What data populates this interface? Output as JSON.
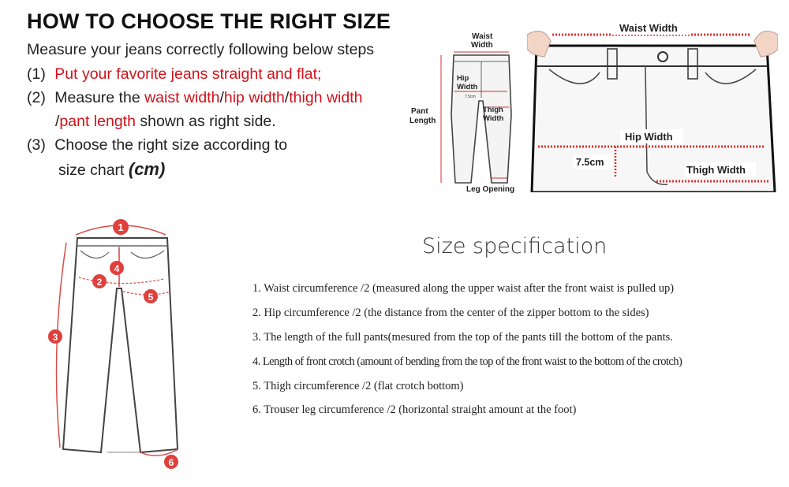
{
  "header": {
    "title": "HOW TO CHOOSE THE RIGHT SIZE",
    "intro": "Measure your jeans correctly following below steps"
  },
  "steps": {
    "s1_num": "(1)",
    "s1_text": "Put your favorite jeans straight and flat;",
    "s2_num": "(2)",
    "s2_pre": "Measure the ",
    "s2_waist": "waist width",
    "s2_sep1": "/",
    "s2_hip": "hip width",
    "s2_sep2": "/",
    "s2_thigh": "thigh width",
    "s2_slash": "/",
    "s2_pant": "pant length",
    "s2_post": " shown as right side.",
    "s3_num": "(3)",
    "s3_line1": "Choose the right size according to",
    "s3_line2": "size chart ",
    "s3_unit": "(cm)"
  },
  "small_diagram": {
    "waist": [
      "Waist",
      "Width"
    ],
    "hip": [
      "Hip",
      "Width"
    ],
    "hip_small": "7.5cm",
    "thigh": [
      "Thigh",
      "Width"
    ],
    "pant": [
      "Pant",
      "Length"
    ],
    "leg": "Leg Opening"
  },
  "closeup": {
    "waist_label": "Waist Width",
    "hip_label": "Hip Width",
    "rise_label": "7.5cm",
    "thigh_label": "Thigh Width"
  },
  "markers": [
    "1",
    "2",
    "3",
    "4",
    "5",
    "6"
  ],
  "spec": {
    "title": "Size specification",
    "items": [
      "1. Waist circumference /2 (measured along the upper waist after the front waist is pulled up)",
      "2. Hip circumference /2 (the distance from the center of the zipper bottom to the sides)",
      "3. The length of the full pants(mesured from the top of the pants till the bottom of the pants.",
      "4. Length of front crotch (amount of bending from the top of the front waist to the bottom of the crotch)",
      "5. Thigh circumference /2 (flat crotch bottom)",
      "6. Trouser leg circumference /2 (horizontal straight amount at the foot)"
    ]
  },
  "colors": {
    "accent_red": "#d0121b",
    "marker_red": "#e0403c",
    "text": "#222222"
  }
}
